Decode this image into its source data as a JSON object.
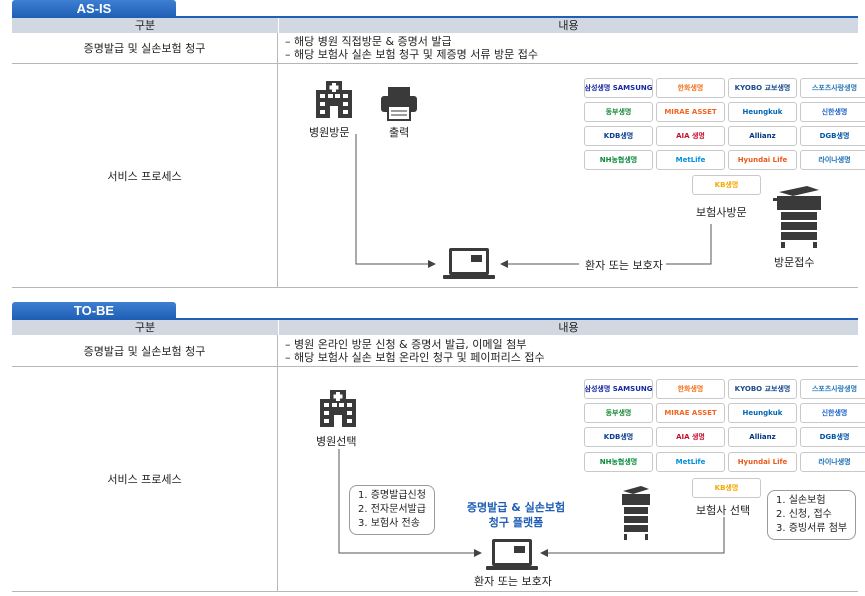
{
  "asis": {
    "tag": "AS-IS",
    "header": {
      "col1": "구분",
      "col2": "내용"
    },
    "row1": {
      "label": "증명발급 및 실손보험 청구",
      "lines": [
        "– 해당 병원 직접방문 & 증명서 발급",
        "– 해당 보험사 실손 보험 청구 및 제증명 서류 방문 접수"
      ]
    },
    "row2": {
      "label": "서비스 프로세스",
      "hospital": "병원방문",
      "print": "출력",
      "insurer": "보험사방문",
      "visit": "방문접수",
      "patient": "환자 또는 보호자"
    }
  },
  "tobe": {
    "tag": "TO-BE",
    "header": {
      "col1": "구분",
      "col2": "내용"
    },
    "row1": {
      "label": "증명발급 및 실손보험 청구",
      "lines": [
        "– 병원 온라인 방문 신청 & 증명서 발급, 이메일 첨부",
        "– 해당 보험사 실손 보험 온라인 청구 및 페이퍼리스 접수"
      ]
    },
    "row2": {
      "label": "서비스 프로세스",
      "hospital": "병원선택",
      "left_box": [
        "1. 증명발급신청",
        "2. 전자문서발급",
        "3. 보험사 전송"
      ],
      "platform": [
        "증명발급 & 실손보험",
        "청구 플랫폼"
      ],
      "insurer": "보험사 선택",
      "right_box": [
        "1. 실손보험",
        "2. 신청, 접수",
        "3. 증빙서류 첨부"
      ],
      "patient": "환자 또는 보호자"
    }
  },
  "logos": [
    {
      "text": "삼성생명 SAMSUNG",
      "color": "#1428a0"
    },
    {
      "text": "한화생명",
      "color": "#f37321"
    },
    {
      "text": "KYOBO 교보생명",
      "color": "#1a4a8a"
    },
    {
      "text": "스포츠사랑생명",
      "color": "#2a7ab8"
    },
    {
      "text": "동부생명",
      "color": "#1a8a3a"
    },
    {
      "text": "MIRAE ASSET",
      "color": "#f26522"
    },
    {
      "text": "Heungkuk",
      "color": "#0066b3"
    },
    {
      "text": "신한생명",
      "color": "#1e64c8"
    },
    {
      "text": "KDB생명",
      "color": "#0a3d8f"
    },
    {
      "text": "AIA 생명",
      "color": "#c8102e"
    },
    {
      "text": "Allianz",
      "color": "#003781"
    },
    {
      "text": "DGB생명",
      "color": "#0055a5"
    },
    {
      "text": "NH농협생명",
      "color": "#0a8a3a"
    },
    {
      "text": "MetLife",
      "color": "#0090da"
    },
    {
      "text": "Hyundai Life",
      "color": "#e85a1a"
    },
    {
      "text": "라이나생명",
      "color": "#1a6eb5"
    },
    {
      "text": "KB생명",
      "color": "#f5a800"
    }
  ]
}
